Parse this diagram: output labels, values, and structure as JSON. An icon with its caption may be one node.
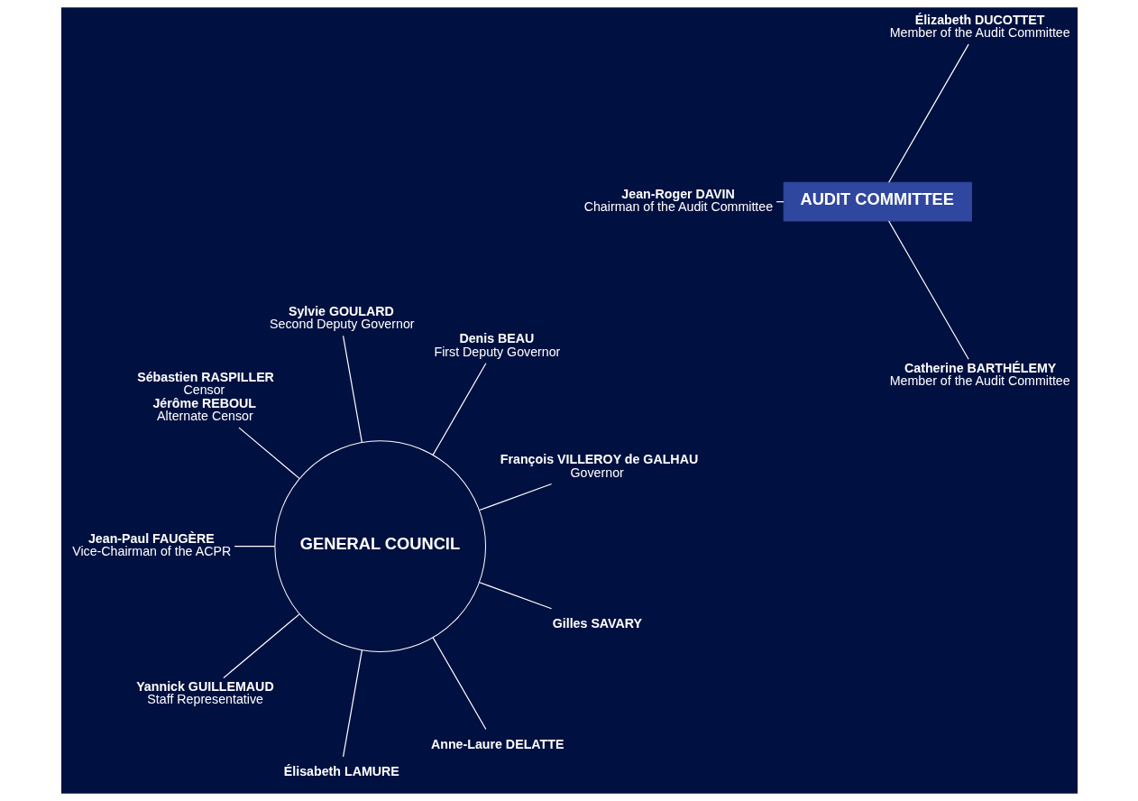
{
  "diagram": {
    "nodes": [
      {
        "text": [
          "François VILLEROY de GALHAU",
          "Governor"
        ]
      },
      {
        "text": [
          "Denis BEAU",
          "First Deputy Governor"
        ]
      },
      {
        "text": [
          "Sylvie GOULARD",
          "Second Deputy Governor"
        ]
      },
      {
        "text": [
          "Sébastien RASPILLER",
          "Censor",
          "Jérôme REBOUL",
          "Alternate Censor"
        ]
      },
      {
        "text": [
          "Jean-Paul FAUGÈRE",
          "Vice-Chairman of the ACPR"
        ]
      },
      {
        "text": [
          "Yannick GUILLEMAUD",
          "Staff Representative"
        ]
      },
      {
        "text": [
          "GENERAL COUNCIL"
        ]
      },
      {
        "text": [
          "Élizabeth DUCOTTET",
          "Member of the Audit Committee"
        ]
      },
      {
        "text": [
          "AUDIT COMMITTEE"
        ]
      },
      {
        "text": [
          "Élisabeth LAMURE"
        ]
      },
      {
        "text": [
          "Jean-Roger DAVIN",
          "Chairman of the Audit Committee"
        ]
      },
      {
        "text": [
          "Anne-Laure DELATTE"
        ]
      },
      {
        "text": [
          "Catherine BARTHÉLEMY",
          "Member of the Audit Committee"
        ]
      },
      {
        "text": [
          "Gilles SAVARY"
        ]
      }
    ],
    "edges": [
      {
        "from": 0,
        "to": 6,
        "arrow": "none"
      },
      {
        "from": 1,
        "to": 6,
        "arrow": "none"
      },
      {
        "from": 2,
        "to": 6,
        "arrow": "none"
      },
      {
        "from": 3,
        "to": 6,
        "arrow": "none"
      },
      {
        "from": 4,
        "to": 6,
        "arrow": "none"
      },
      {
        "from": 5,
        "to": 6,
        "arrow": "none"
      },
      {
        "from": 7,
        "to": 8,
        "arrow": "none"
      },
      {
        "from": 9,
        "to": 6,
        "arrow": "none"
      },
      {
        "from": 10,
        "to": 8,
        "arrow": "none"
      },
      {
        "from": 11,
        "to": 6,
        "arrow": "none"
      },
      {
        "from": 12,
        "to": 8,
        "arrow": "none"
      },
      {
        "from": 13,
        "to": 6,
        "arrow": "none"
      }
    ]
  }
}
